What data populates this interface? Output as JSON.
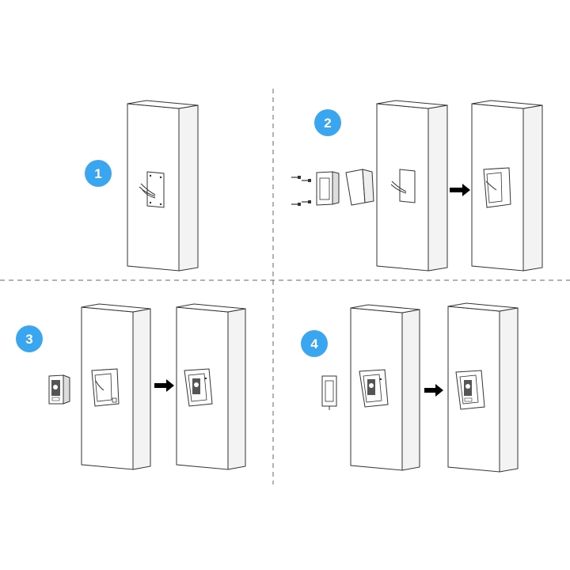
{
  "diagram": {
    "accent_color": "#3aa6f0",
    "line_color": "#333333",
    "wall_fill": "#ffffff",
    "wall_side_fill": "#f2f2f2",
    "arrow_color": "#000000",
    "steps": [
      {
        "number": "1"
      },
      {
        "number": "2"
      },
      {
        "number": "3"
      },
      {
        "number": "4"
      }
    ],
    "icons": [
      "screw-icon",
      "arrow-right-icon"
    ]
  }
}
